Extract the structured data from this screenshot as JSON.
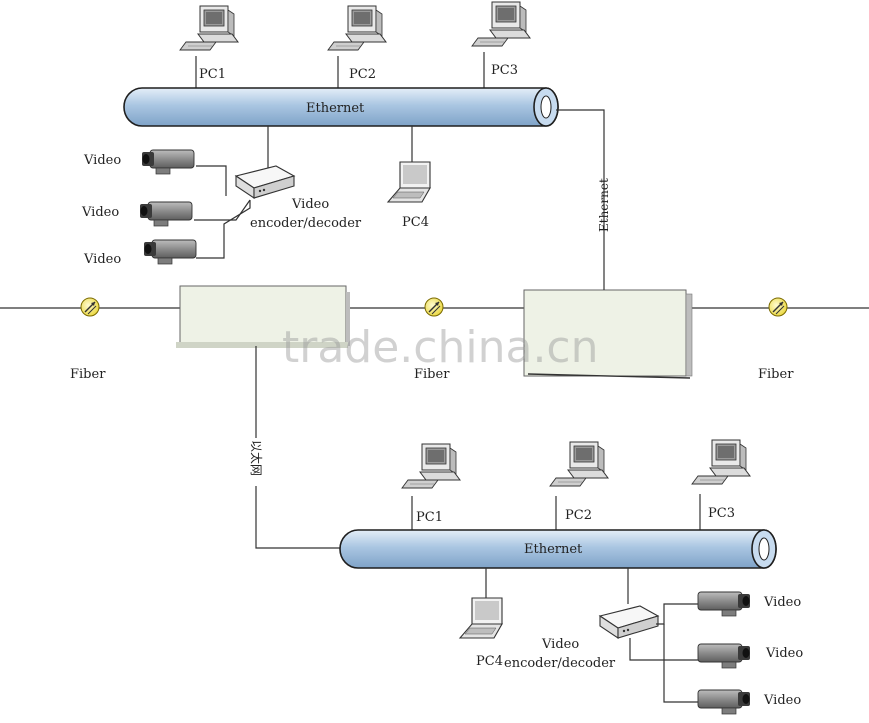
{
  "top": {
    "pcs": [
      "PC1",
      "PC2",
      "PC3"
    ],
    "bus_label": "Ethernet",
    "laptop_label": "PC4",
    "encoder_label_1": "Video",
    "encoder_label_2": "encoder/decoder",
    "video_labels": [
      "Video",
      "Video",
      "Video"
    ],
    "uplink_label": "Ethernet"
  },
  "fiber": {
    "labels": [
      "Fiber",
      "Fiber",
      "Fiber"
    ]
  },
  "bottom": {
    "pcs": [
      "PC1",
      "PC2",
      "PC3"
    ],
    "bus_label": "Ethernet",
    "laptop_label": "PC4",
    "encoder_label_1": "Video",
    "encoder_label_2": "encoder/decoder",
    "video_labels": [
      "Video",
      "Video",
      "Video"
    ],
    "uplink_label": "以太网"
  },
  "watermark": "trade.china.cn",
  "colors": {
    "bus_fill": "#aac6e2",
    "bus_stroke": "#1f1f1f",
    "box_fill": "#eef2e6",
    "fiber_node": "#f4e64a"
  }
}
